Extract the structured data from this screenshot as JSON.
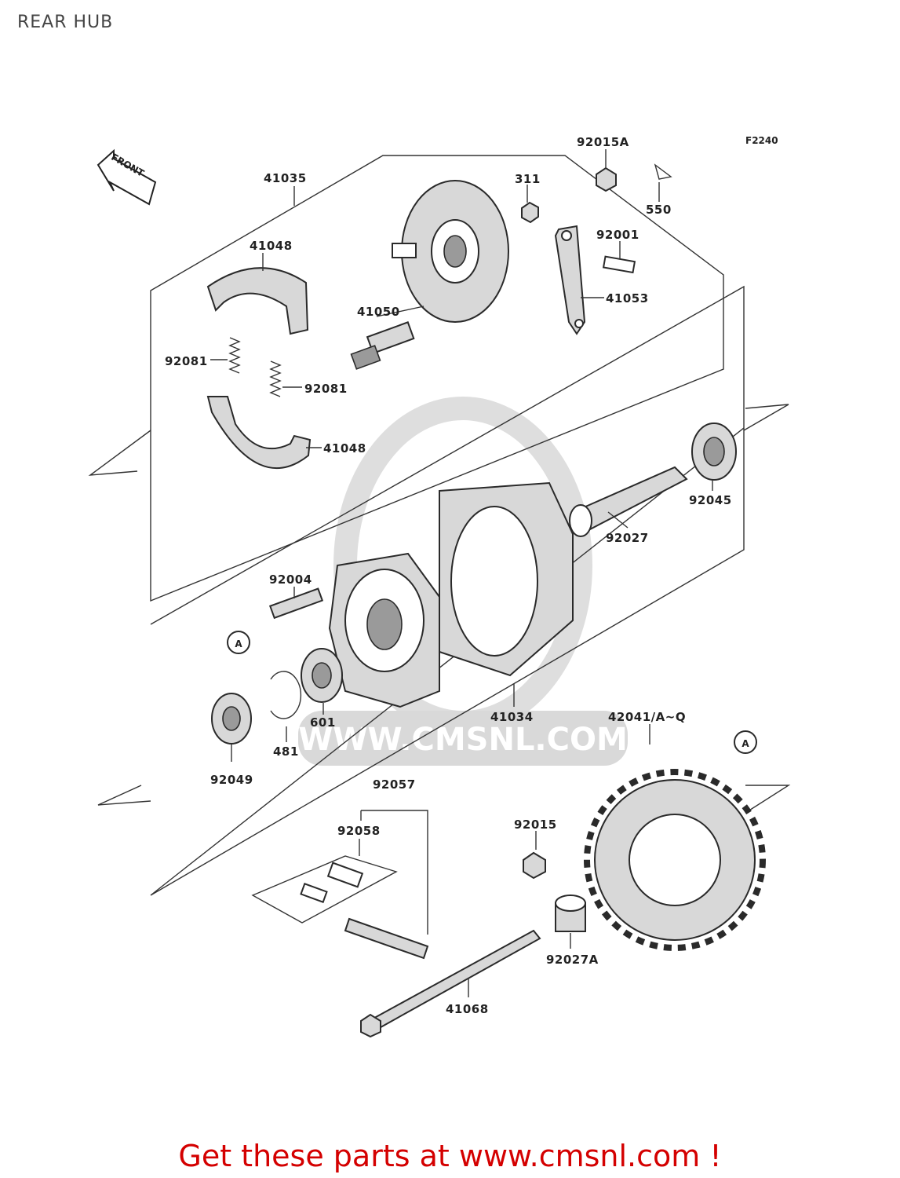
{
  "title": "REAR HUB",
  "diagram_code": "F2240",
  "front_marker": "FRONT",
  "callout_a": "A",
  "part_numbers": {
    "p41035": "41035",
    "p41048_top": "41048",
    "p92081_left": "92081",
    "p92081_right": "92081",
    "p41048_bottom": "41048",
    "p41050": "41050",
    "p311": "311",
    "p92015A": "92015A",
    "p550": "550",
    "p92001": "92001",
    "p41053": "41053",
    "p92045": "92045",
    "p92027": "92027",
    "p92004": "92004",
    "p601": "601",
    "p481": "481",
    "p92049": "92049",
    "p41034": "41034",
    "p42041": "42041/A~Q",
    "p92057": "92057",
    "p92058": "92058",
    "p92015": "92015",
    "p92027A": "92027A",
    "p41068": "41068"
  },
  "watermark": "WWW.CMSNL.COM",
  "footer": "Get these parts at www.cmsnl.com !"
}
